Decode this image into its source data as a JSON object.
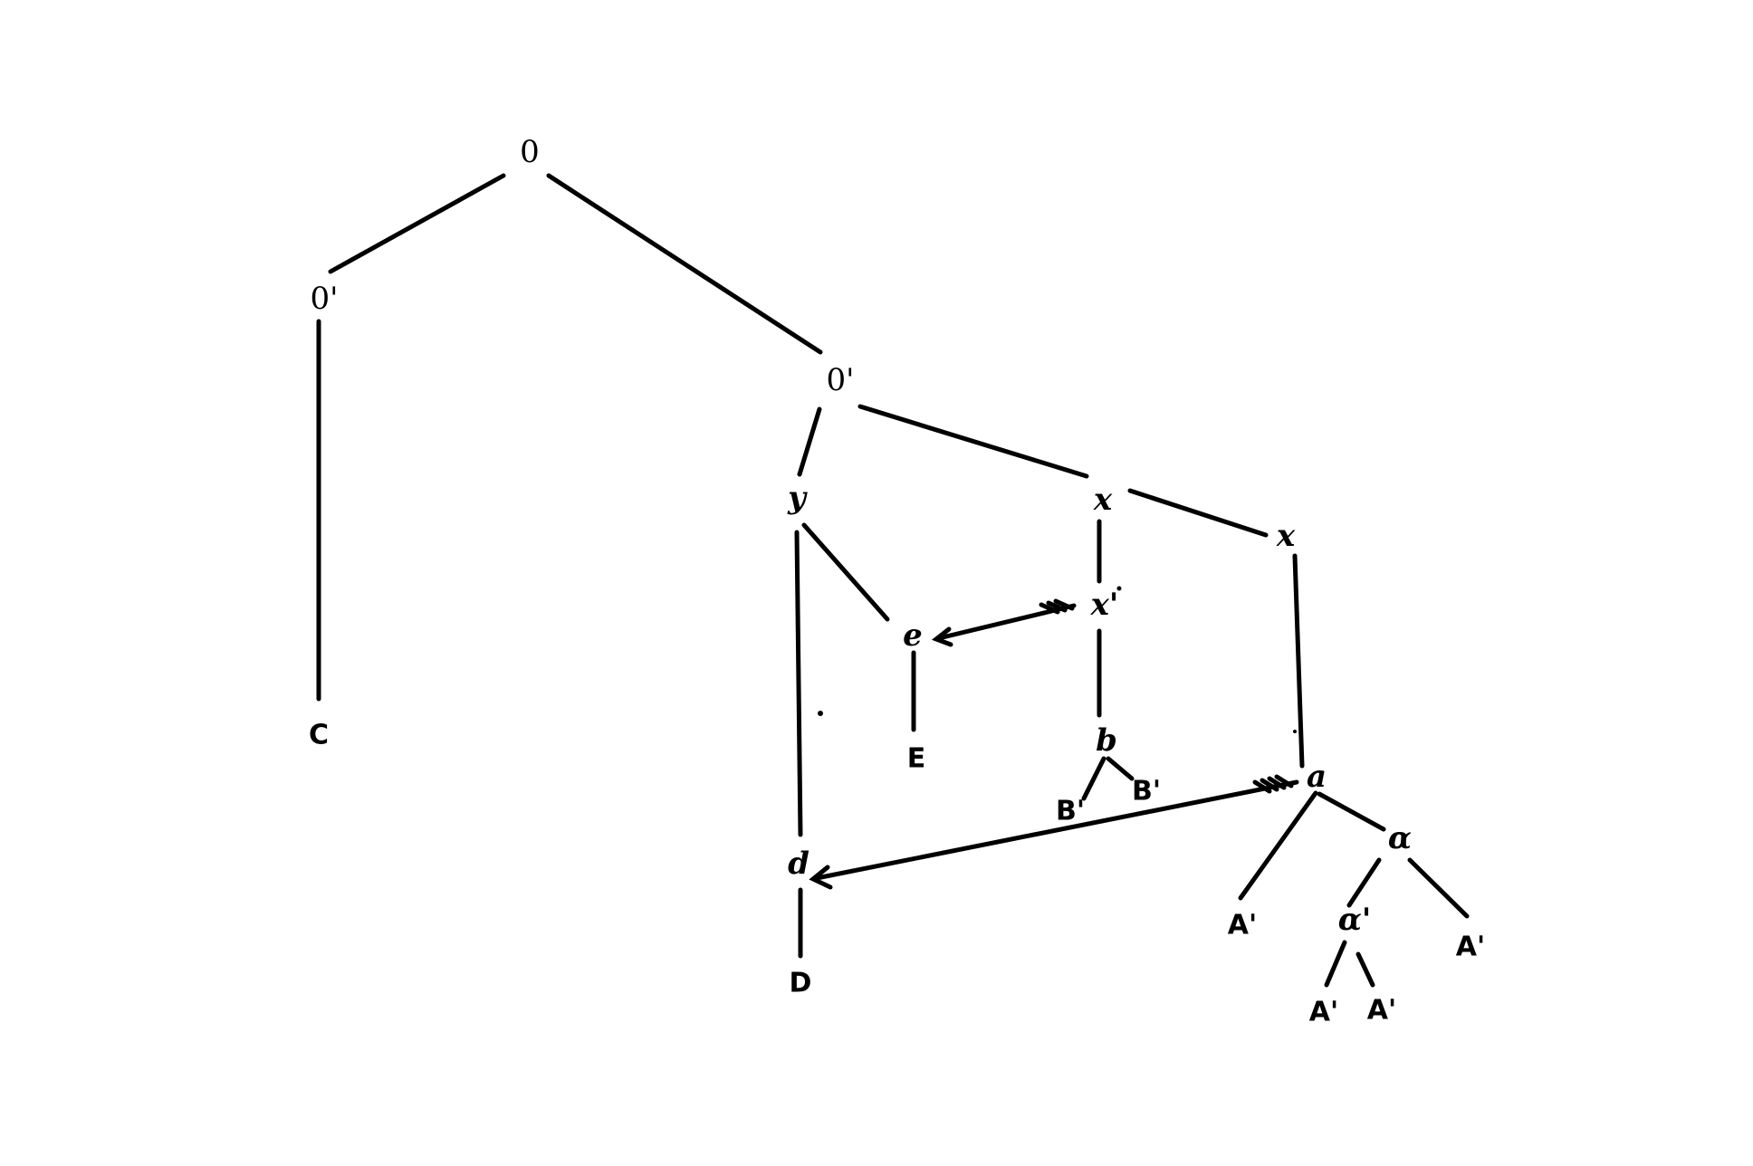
{
  "diagram": {
    "nodes": [
      {
        "id": "root",
        "label": "0"
      },
      {
        "id": "o_left",
        "label": "0'"
      },
      {
        "id": "o_right",
        "label": "0'"
      },
      {
        "id": "C",
        "label": "C"
      },
      {
        "id": "y",
        "label": "y"
      },
      {
        "id": "x1",
        "label": "x"
      },
      {
        "id": "x2",
        "label": "x"
      },
      {
        "id": "x_prime",
        "label": "x'"
      },
      {
        "id": "e",
        "label": "e"
      },
      {
        "id": "E",
        "label": "E"
      },
      {
        "id": "b",
        "label": "b"
      },
      {
        "id": "B1",
        "label": "B'"
      },
      {
        "id": "B2",
        "label": "B'"
      },
      {
        "id": "a",
        "label": "a"
      },
      {
        "id": "d",
        "label": "d"
      },
      {
        "id": "D",
        "label": "D"
      },
      {
        "id": "alpha",
        "label": "α"
      },
      {
        "id": "A1",
        "label": "A'"
      },
      {
        "id": "alpha_prime",
        "label": "α'"
      },
      {
        "id": "A2",
        "label": "A'"
      },
      {
        "id": "A3",
        "label": "A'"
      },
      {
        "id": "A4",
        "label": "A'"
      }
    ],
    "edges": [
      {
        "from": "root",
        "to": "o_left"
      },
      {
        "from": "root",
        "to": "o_right"
      },
      {
        "from": "o_left",
        "to": "C"
      },
      {
        "from": "o_right",
        "to": "y"
      },
      {
        "from": "o_right",
        "to": "x1"
      },
      {
        "from": "x1",
        "to": "x2"
      },
      {
        "from": "y",
        "to": "e"
      },
      {
        "from": "y",
        "to": "d"
      },
      {
        "from": "e",
        "to": "E"
      },
      {
        "from": "x1",
        "to": "x_prime"
      },
      {
        "from": "x_prime",
        "to": "b"
      },
      {
        "from": "b",
        "to": "B1"
      },
      {
        "from": "b",
        "to": "B2"
      },
      {
        "from": "x2",
        "to": "a"
      },
      {
        "from": "a",
        "to": "A1"
      },
      {
        "from": "a",
        "to": "alpha"
      },
      {
        "from": "alpha",
        "to": "alpha_prime"
      },
      {
        "from": "alpha",
        "to": "A4"
      },
      {
        "from": "alpha_prime",
        "to": "A2"
      },
      {
        "from": "alpha_prime",
        "to": "A3"
      },
      {
        "from": "d",
        "to": "D"
      }
    ],
    "arrows": [
      {
        "from": "x_prime",
        "to": "e"
      },
      {
        "from": "a",
        "to": "d"
      }
    ]
  }
}
